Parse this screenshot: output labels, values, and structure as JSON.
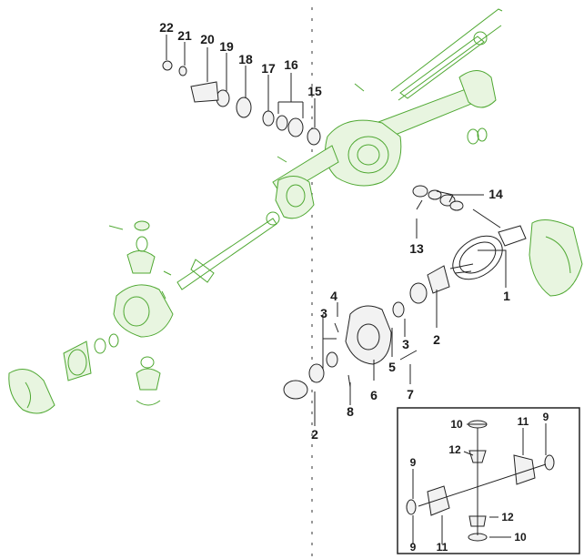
{
  "colors": {
    "assembly_green": "#4fa832",
    "parts_black": "#222222",
    "background": "#ffffff"
  },
  "callouts": {
    "c1": "1",
    "c2a": "2",
    "c2b": "2",
    "c3a": "3",
    "c3b": "3",
    "c4": "4",
    "c5": "5",
    "c6": "6",
    "c7": "7",
    "c8": "8",
    "c13": "13",
    "c14": "14",
    "c15": "15",
    "c16": "16",
    "c17": "17",
    "c18": "18",
    "c19": "19",
    "c20": "20",
    "c21": "21",
    "c22": "22"
  },
  "inset": {
    "i10a": "10",
    "i11a": "11",
    "i9a": "9",
    "i12a": "12",
    "i9b": "9",
    "i12b": "12",
    "i10b": "10",
    "i11b": "11",
    "i9c": "9"
  }
}
